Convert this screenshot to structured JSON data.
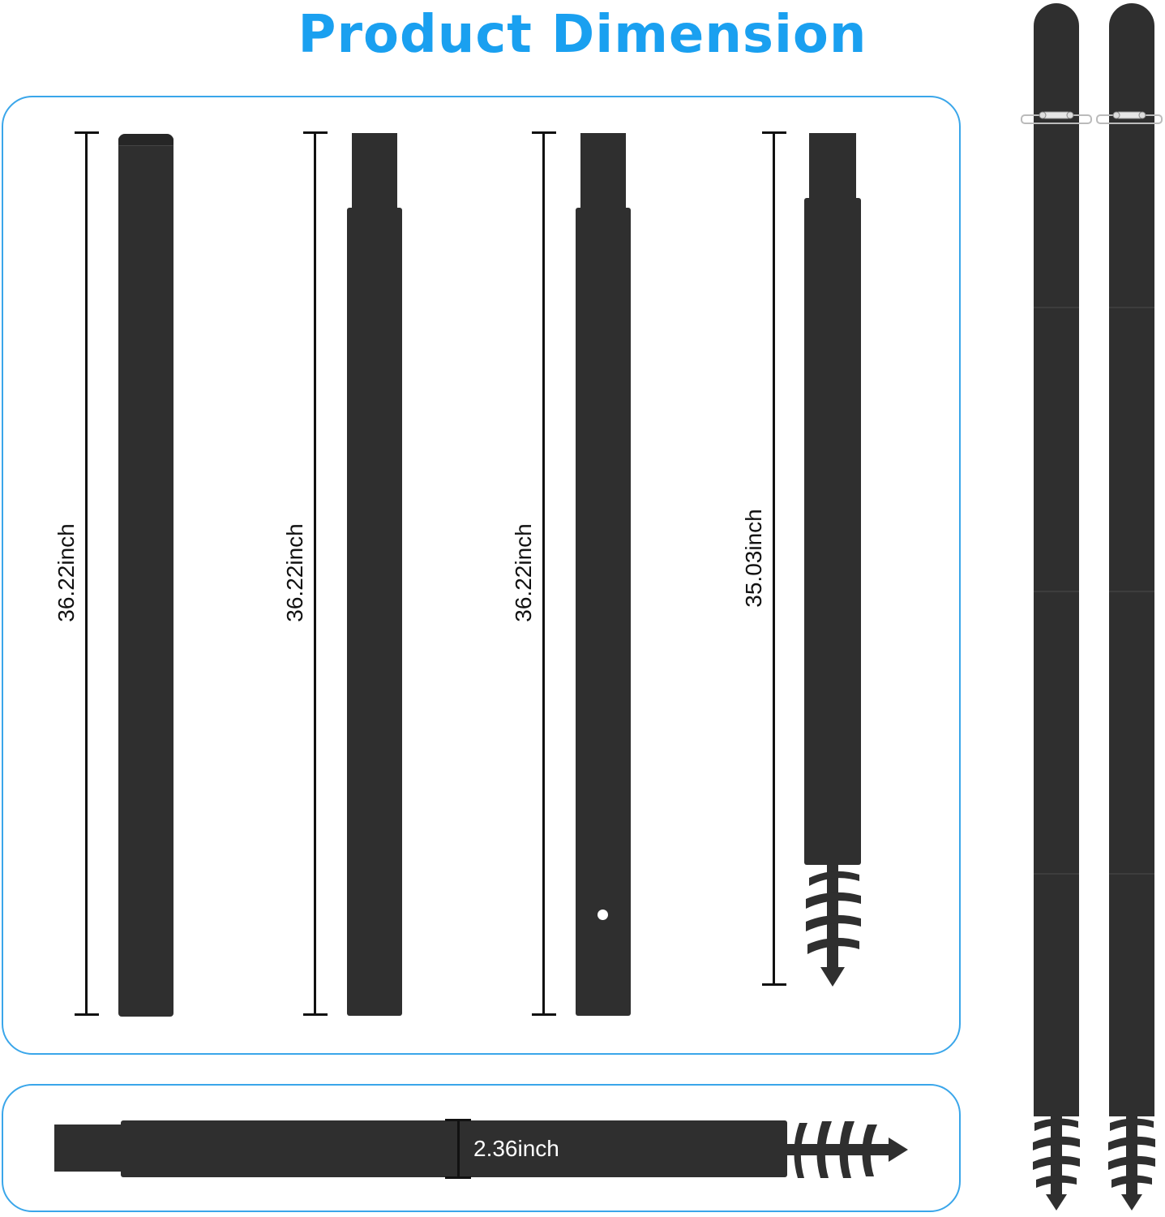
{
  "header": {
    "title": "Product Dimension"
  },
  "pole_lengths": {
    "pole_1": "36.22inch",
    "pole_2": "36.22inch",
    "pole_3": "36.22inch",
    "pole_4": "35.03inch"
  },
  "diameter": {
    "label": "2.36inch"
  },
  "colors": {
    "title": "#1aa0f0",
    "panel_border": "#3aa6ea",
    "pole": "#2f2f2f",
    "dimension_line": "#111111"
  }
}
